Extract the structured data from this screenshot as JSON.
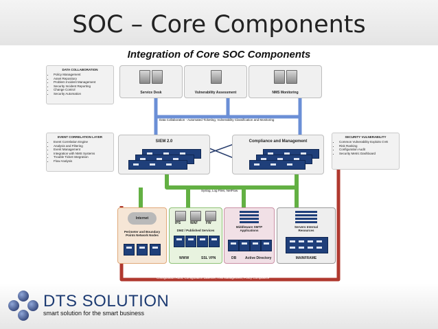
{
  "slide": {
    "title": "SOC – Core Components",
    "subtitle": "Integration of Core SOC Components"
  },
  "boxes": {
    "data_collaboration": {
      "title": "DATA COLLABORATION",
      "items": [
        "Policy Management",
        "Asset Repository",
        "Problem Incident Management",
        "Security Incident Reporting",
        "Change Control",
        "Security Automation"
      ]
    },
    "event_correlation": {
      "title": "EVENT CORRELATION LAYER",
      "items": [
        "Event Correlation Engine",
        "Analysis and Filtering",
        "Event Management",
        "Integration with NMS Systems",
        "Trouble Ticket Integration",
        "Flow Analysis"
      ]
    },
    "security_vulnerability": {
      "title": "SECURITY VULNERABILITY",
      "items": [
        "Common Vulnerability Exploits CVE",
        "Risk Ranking",
        "Configuration Audit",
        "Security Metric Dashboard"
      ]
    }
  },
  "diagram": {
    "top_nodes": [
      "Service Desk",
      "Vulnerability Assessment",
      "NMS Monitoring"
    ],
    "top_band": "Data Collaboration - Automated Ticketing, Vulnerability Classification and Monitoring",
    "siem": "SIEM 2.0",
    "compliance": "Compliance and Management",
    "mid_band": "Syslog, Log Files, NetFlow",
    "bottom_band": "Configuration Audit, Configuration Baseline, Risk Management, Policy Compliance",
    "groups": {
      "perimeter": {
        "cloud": "Internet",
        "label": "Perimeter and Boundary Points Network Nodes"
      },
      "dmz": {
        "icons": [
          "IPS",
          "WAF",
          "FW"
        ],
        "label": "DMZ / Published Services",
        "footers": [
          "WWW",
          "SSL VPN"
        ]
      },
      "middleware": {
        "label": "Middleware SMTP Applications",
        "footers": [
          "DB",
          "Active Directory"
        ]
      },
      "servers": {
        "label": "Servers Internal Resources",
        "footer": "MAINFRAME"
      }
    }
  },
  "footer": {
    "logo_name": "DTS SOLUTION",
    "tagline": "smart solution for the smart business"
  },
  "colors": {
    "blue_connector": "#6b8fd6",
    "green_connector": "#63b043",
    "red_connector": "#b0392f",
    "rack_blue": "#1f3f7a",
    "logo_blue": "#1d3b72"
  }
}
